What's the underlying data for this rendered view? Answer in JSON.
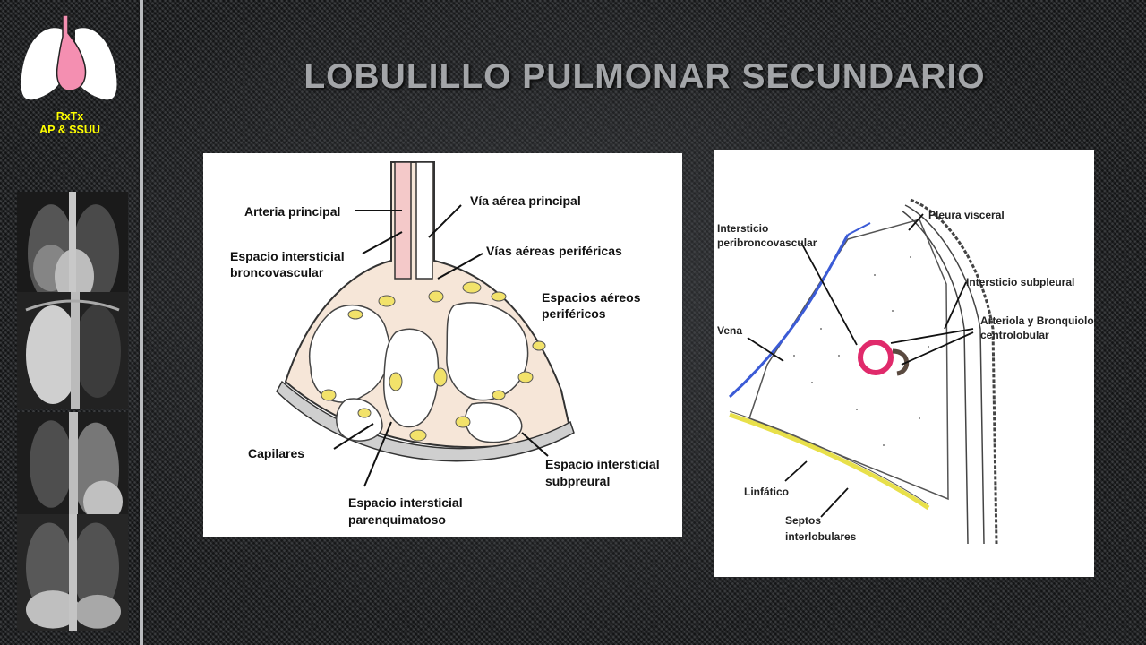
{
  "logo": {
    "line1": "RxTx",
    "line2": "AP & SSUU"
  },
  "title": "LOBULILLO PULMONAR SECUNDARIO",
  "thumbnails": [
    "chest-xray-1",
    "chest-xray-2",
    "chest-xray-3",
    "chest-xray-4"
  ],
  "left_figure": {
    "arteria_principal": "Arteria principal",
    "via_aerea_principal": "Vía aérea principal",
    "espacio_broncovascular_1": "Espacio intersticial",
    "espacio_broncovascular_2": "broncovascular",
    "vias_perifericas": "Vías aéreas periféricas",
    "espacios_aereos_1": "Espacios aéreos",
    "espacios_aereos_2": "periféricos",
    "capilares": "Capilares",
    "subpreural_1": "Espacio intersticial",
    "subpreural_2": "subpreural",
    "parenquimatoso_1": "Espacio intersticial",
    "parenquimatoso_2": "parenquimatoso"
  },
  "right_figure": {
    "pleura_visceral": "Pleura visceral",
    "peribroncovascular_1": "Intersticio",
    "peribroncovascular_2": "peribroncovascular",
    "subpleural": "Intersticio subpleural",
    "arteriola_1": "Arteriola y Bronquiolo",
    "arteriola_2": "centrolobular",
    "vena": "Vena",
    "linfatico": "Linfático",
    "septos_1": "Septos",
    "septos_2": "interlobulares"
  },
  "colors": {
    "logo_text": "#ffff00",
    "title": "#a3a5a8",
    "artery": "#f4c9c9",
    "vein": "#3b5bd6",
    "lymph": "#e8e04a",
    "alveolar": "#f2e26a"
  }
}
